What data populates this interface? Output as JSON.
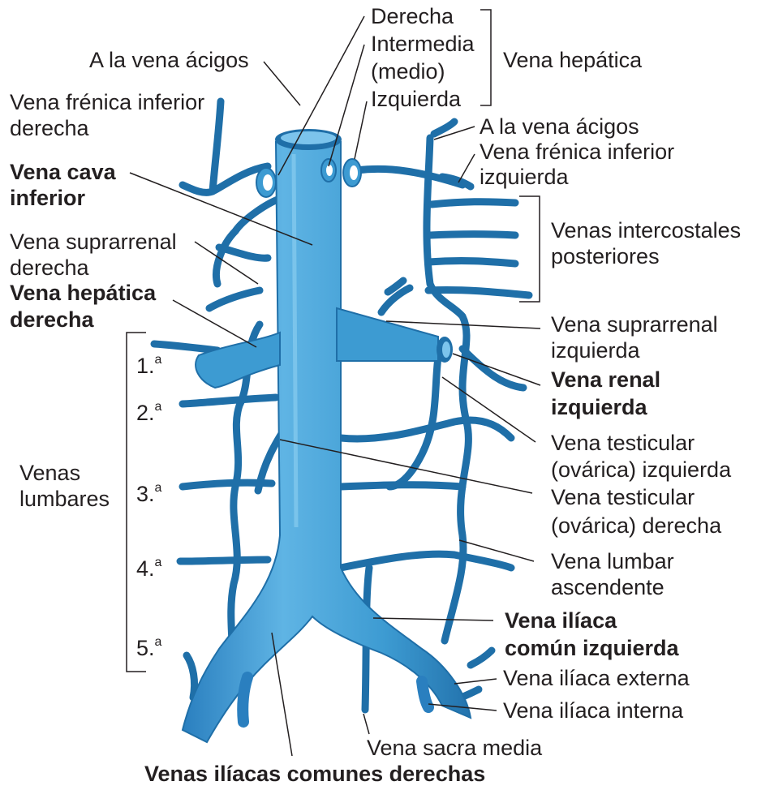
{
  "labels": {
    "azygos_right": "A la vena ácigos",
    "phrenic_right_1": "Vena frénica inferior",
    "phrenic_right_2": "derecha",
    "ivc_1": "Vena cava",
    "ivc_2": "inferior",
    "suprarenal_right_1": "Vena suprarrenal",
    "suprarenal_right_2": "derecha",
    "hepatic_right_1": "Vena hepática",
    "hepatic_right_2": "derecha",
    "lumbar_1": "Venas",
    "lumbar_2": "lumbares",
    "hv_right": "Derecha",
    "hv_middle_1": "Intermedia",
    "hv_middle_2": "(medio)",
    "hv_left": "Izquierda",
    "hepatic_vein": "Vena hepática",
    "azygos_left": "A la vena ácigos",
    "phrenic_left_1": "Vena frénica inferior",
    "phrenic_left_2": "izquierda",
    "intercostal_1": "Venas intercostales",
    "intercostal_2": "posteriores",
    "suprarenal_left_1": "Vena suprarrenal",
    "suprarenal_left_2": "izquierda",
    "renal_left_1": "Vena renal",
    "renal_left_2": "izquierda",
    "testicular_left_1": "Vena testicular",
    "testicular_left_2": "(ovárica) izquierda",
    "testicular_right_1": "Vena testicular",
    "testicular_right_2": "(ovárica) derecha",
    "lumbar_asc_1": "Vena lumbar",
    "lumbar_asc_2": "ascendente",
    "common_iliac_left_1": "Vena ilíaca",
    "common_iliac_left_2": "común izquierda",
    "external_iliac": "Vena ilíaca externa",
    "internal_iliac": "Vena ilíaca interna",
    "median_sacral": "Vena sacra media",
    "common_iliac_right": "Venas ilíacas comunes derechas"
  },
  "lumbar_numbers": [
    "1.",
    "2.",
    "3.",
    "4.",
    "5."
  ],
  "ordinal_mark": "a",
  "colors": {
    "vein_fill": "#3d9bd2",
    "vein_dark": "#1f6fa8",
    "vein_light": "#7cc4ec",
    "leader_line": "#231f20",
    "text": "#231f20"
  }
}
